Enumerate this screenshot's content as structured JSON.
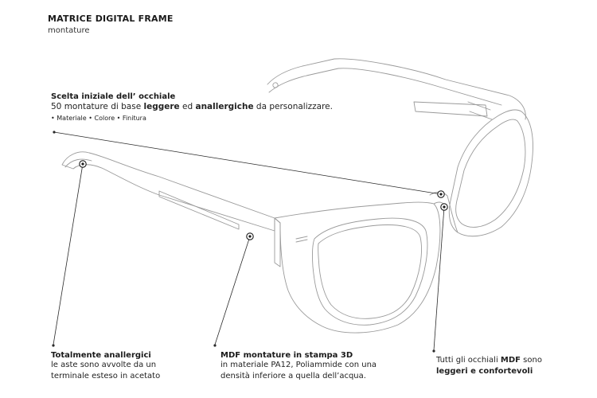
{
  "header": {
    "title": "MATRICE DIGITAL FRAME",
    "subtitle": "montature"
  },
  "annotations": {
    "initial": {
      "title": "Scelta iniziale dell’ occhiale",
      "text_before": "50 montature di base ",
      "bold1": "leggere",
      "text_mid": " ed ",
      "bold2": "anallergiche",
      "text_after": " da personalizzare.",
      "options": "• Materiale  •  Colore  • Finitura"
    },
    "anallergic": {
      "title": "Totalmente anallergici",
      "line1": "le aste sono avvolte da un",
      "line2": "terminale esteso in acetato"
    },
    "print3d": {
      "title": "MDF montature in stampa 3D",
      "line1": "in materiale PA12, Poliammide con una",
      "line2": "densità inferiore a quella dell’acqua."
    },
    "light": {
      "text_before": "Tutti gli occhiali ",
      "bold1": "MDF",
      "text_after": " sono",
      "bold2": "leggeri e confortevoli"
    }
  },
  "icons": [
    "callout-marker-icon"
  ]
}
